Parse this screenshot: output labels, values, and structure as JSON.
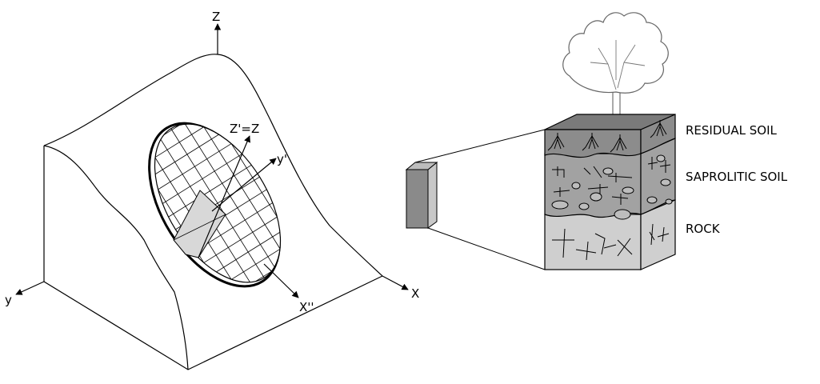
{
  "slope_diagram": {
    "axis_z": "Z",
    "axis_z_prime": "Z'=Z",
    "axis_y_prime": "y'",
    "axis_y": "y",
    "axis_x": "X",
    "axis_x_double_prime": "X''"
  },
  "soil_profile": {
    "layers": [
      {
        "label": "RESIDUAL SOIL",
        "color": "#8c8c8c"
      },
      {
        "label": "SAPROLITIC SOIL",
        "color": "#a2a2a2"
      },
      {
        "label": "ROCK",
        "color": "#cfcfcf"
      }
    ]
  },
  "colors": {
    "line": "#000000",
    "shaded_plane": "#d8d8d8",
    "top_face": "#7a7a7a",
    "column_front": "#8a8a8a",
    "column_side": "#c8c8c8"
  }
}
